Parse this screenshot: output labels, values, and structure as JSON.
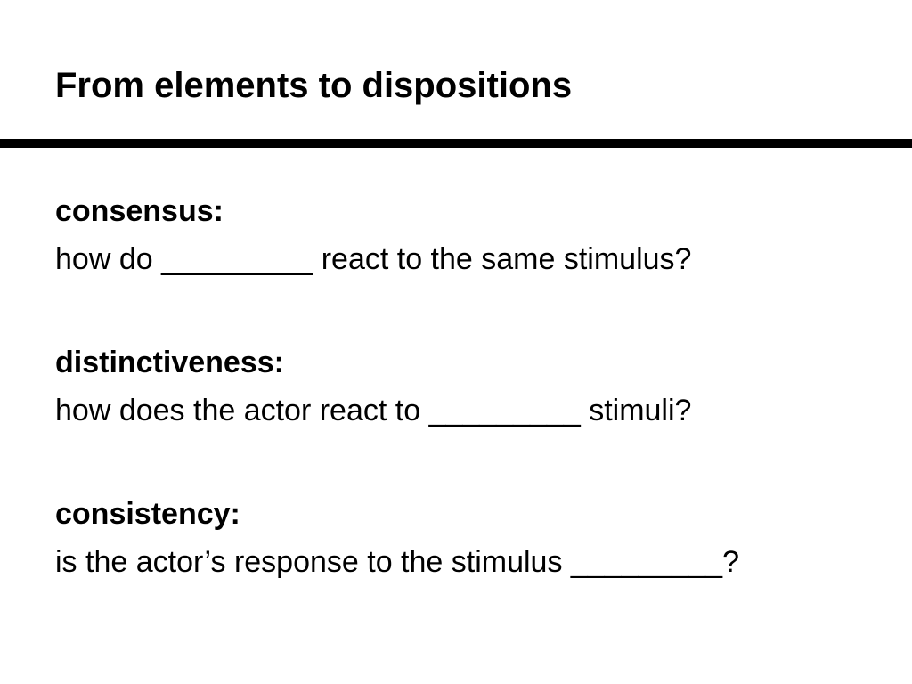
{
  "slide": {
    "title": "From elements to dispositions",
    "items": [
      {
        "term": "consensus:",
        "question": "how do _________ react to the same stimulus?"
      },
      {
        "term": "distinctiveness:",
        "question": "how does the actor react to _________ stimuli?"
      },
      {
        "term": "consistency:",
        "question": "is the actor’s response to the stimulus _________?"
      }
    ]
  }
}
